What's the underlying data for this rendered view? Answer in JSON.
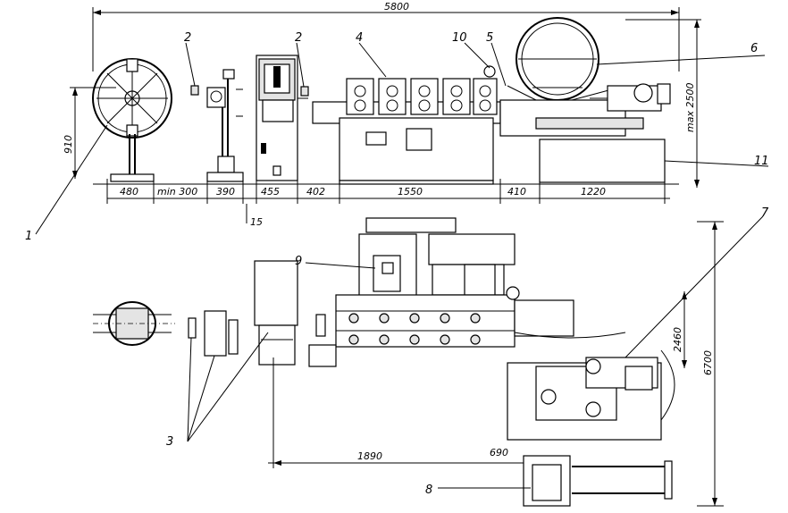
{
  "dimensions": {
    "overall_length": "5800",
    "height_max": "max 2500",
    "feed_height": "910",
    "base_reel": "480",
    "gap_min": "min 300",
    "base_straightener": "390",
    "base_press": "455",
    "gap_press_mill": "402",
    "base_mill": "1550",
    "gap_mill_cutoff": "410",
    "base_cutoff": "1220",
    "plan_bend": "2460",
    "plan_width": "6700",
    "plan_left": "1890",
    "plan_gap": "690"
  },
  "callouts": {
    "c1": "1",
    "c2a": "2",
    "c2b": "2",
    "c3": "3",
    "c4": "4",
    "c5": "5",
    "c6": "6",
    "c7": "7",
    "c8": "8",
    "c9": "9",
    "c10": "10",
    "c11": "11",
    "c15": "15"
  }
}
